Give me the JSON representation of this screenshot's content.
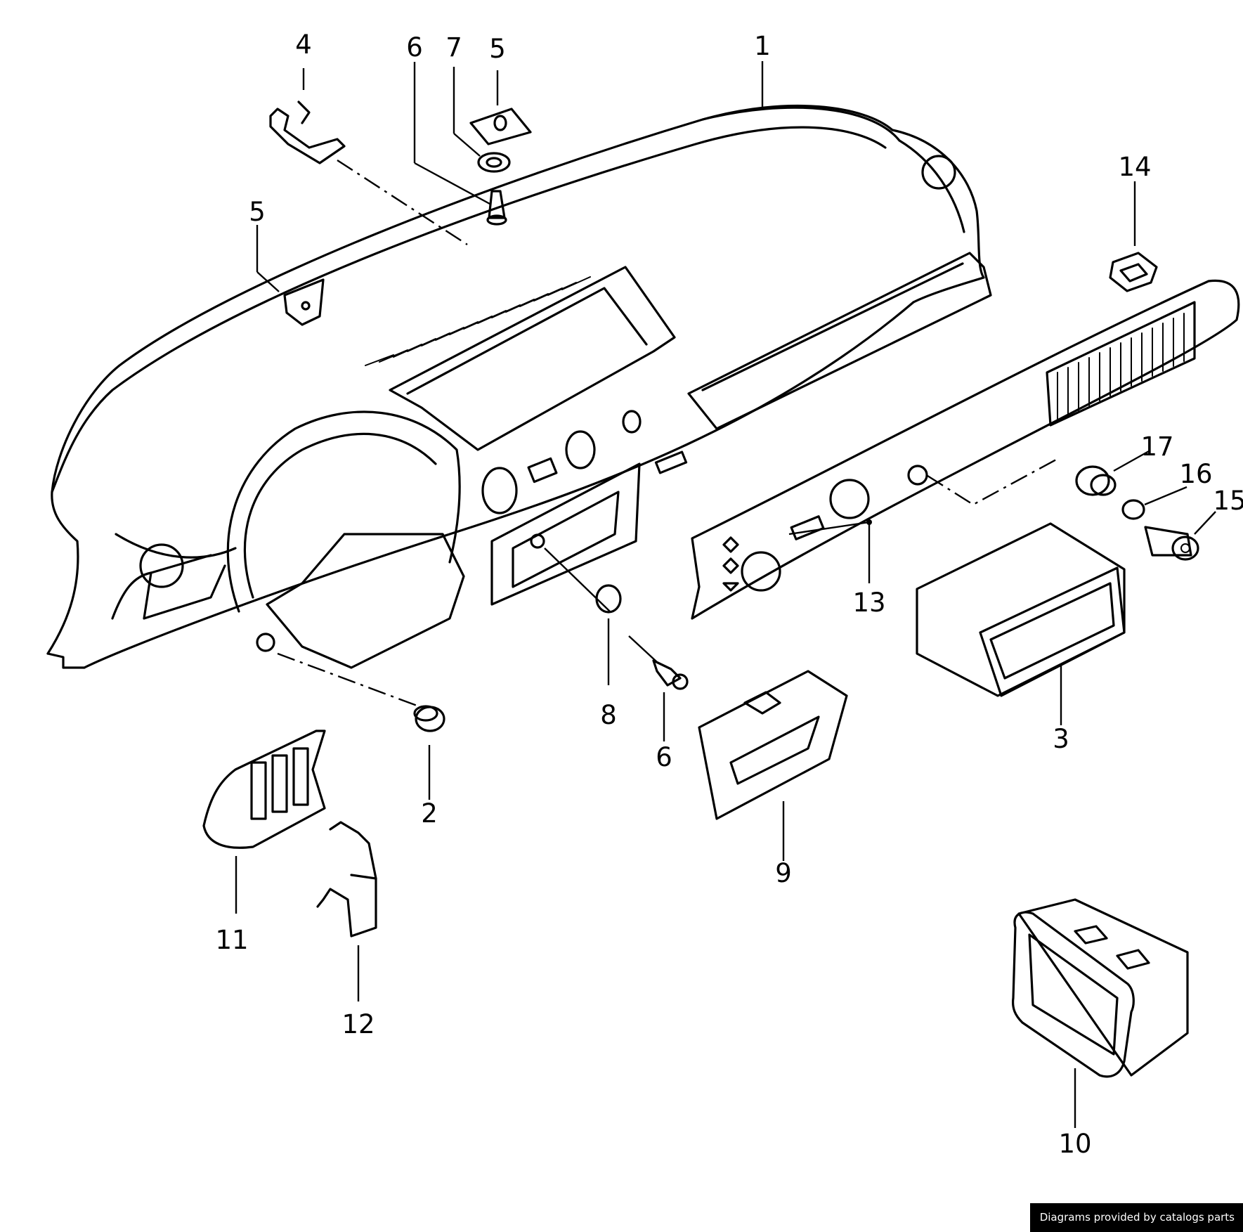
{
  "callouts": [
    {
      "id": "c1",
      "label": "1"
    },
    {
      "id": "c2",
      "label": "2"
    },
    {
      "id": "c3",
      "label": "3"
    },
    {
      "id": "c4",
      "label": "4"
    },
    {
      "id": "c5a",
      "label": "5"
    },
    {
      "id": "c5b",
      "label": "5"
    },
    {
      "id": "c6a",
      "label": "6"
    },
    {
      "id": "c6b",
      "label": "6"
    },
    {
      "id": "c7",
      "label": "7"
    },
    {
      "id": "c8",
      "label": "8"
    },
    {
      "id": "c9",
      "label": "9"
    },
    {
      "id": "c10",
      "label": "10"
    },
    {
      "id": "c11",
      "label": "11"
    },
    {
      "id": "c12",
      "label": "12"
    },
    {
      "id": "c13",
      "label": "13"
    },
    {
      "id": "c14",
      "label": "14"
    },
    {
      "id": "c15",
      "label": "15"
    },
    {
      "id": "c16",
      "label": "16"
    },
    {
      "id": "c17",
      "label": "17"
    }
  ],
  "footer": {
    "text": "Diagrams provided by catalogs parts"
  }
}
